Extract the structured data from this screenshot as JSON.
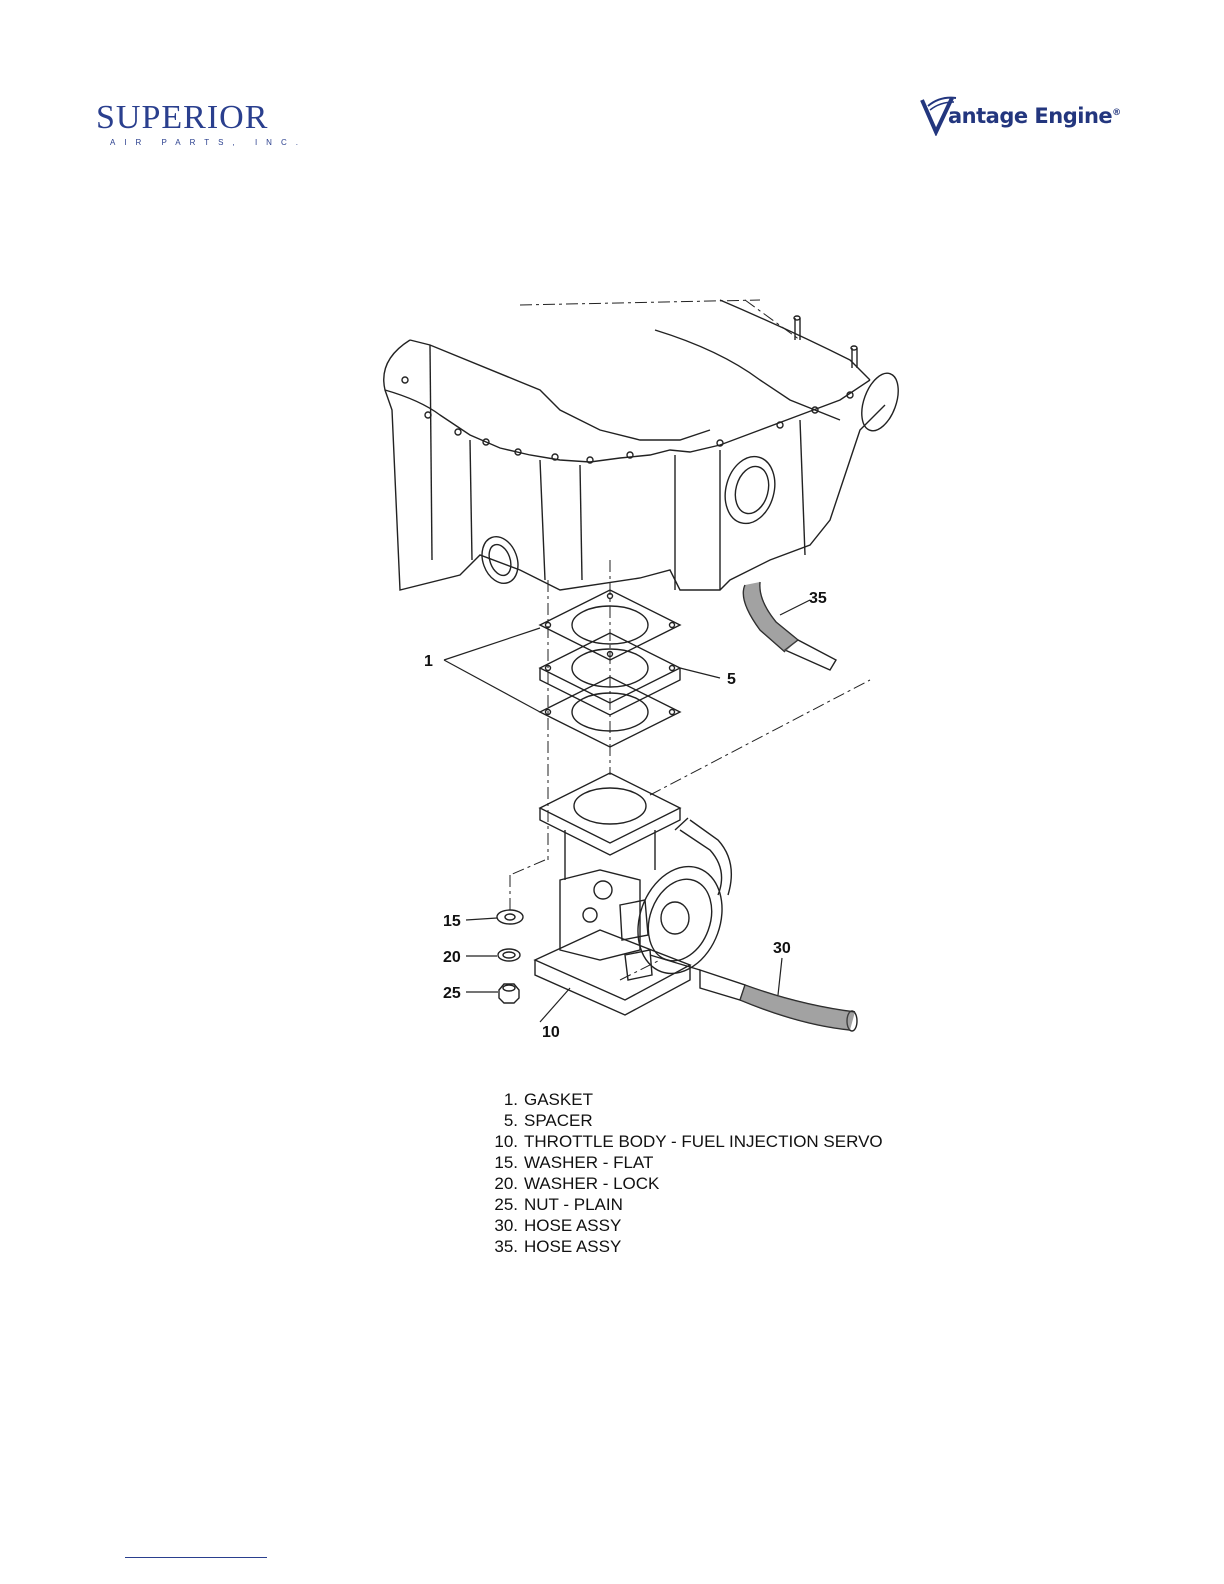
{
  "header": {
    "left_logo": {
      "word": "SUPERIOR",
      "sub": "AIR PARTS, INC.",
      "color": "#2a3f8e"
    },
    "right_logo": {
      "word": "antage Engine",
      "mark": "®",
      "color": "#23367e",
      "icon": "vantage-v-swoosh-icon"
    }
  },
  "callouts": [
    "1",
    "5",
    "10",
    "15",
    "20",
    "25",
    "30",
    "35"
  ],
  "legend": [
    {
      "num": "1.",
      "text": "GASKET"
    },
    {
      "num": "5.",
      "text": "SPACER"
    },
    {
      "num": "10.",
      "text": "THROTTLE BODY - FUEL INJECTION SERVO"
    },
    {
      "num": "15.",
      "text": "WASHER - FLAT"
    },
    {
      "num": "20.",
      "text": "WASHER - LOCK"
    },
    {
      "num": "25.",
      "text": "NUT - PLAIN"
    },
    {
      "num": "30.",
      "text": "HOSE ASSY"
    },
    {
      "num": "35.",
      "text": "HOSE ASSY"
    }
  ]
}
